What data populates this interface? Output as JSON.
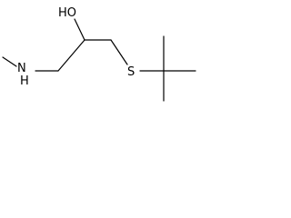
{
  "molecule": {
    "atom_labels": {
      "hydroxyl": "HO",
      "amine": "N",
      "amine_h": "H",
      "sulfur": "S"
    }
  }
}
